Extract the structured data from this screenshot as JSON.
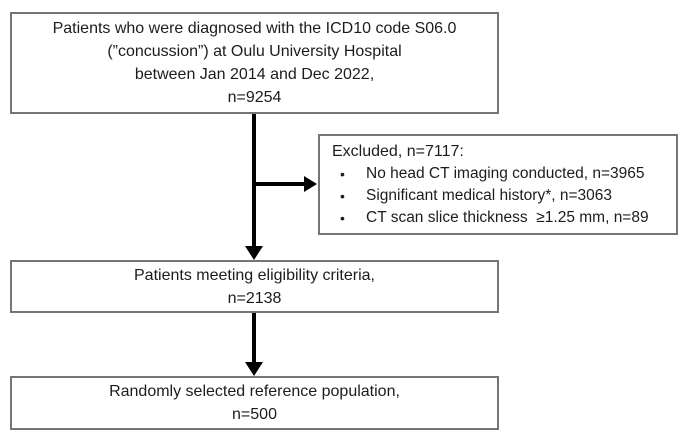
{
  "boxes": {
    "top": {
      "lines": [
        "Patients who were diagnosed with the ICD10 code S06.0",
        "(”concussion”) at Oulu University Hospital",
        "between Jan 2014 and Dec 2022,",
        "n=9254"
      ]
    },
    "excluded": {
      "title": "Excluded, n=7117:",
      "bullet_glyph": "•",
      "items": [
        "No head CT imaging conducted, n=3965",
        "Significant medical history*, n=3063",
        "CT scan slice thickness  ≥1.25 mm, n=89"
      ]
    },
    "eligible": {
      "lines": [
        "Patients meeting eligibility criteria,",
        "n=2138"
      ]
    },
    "reference": {
      "lines": [
        "Randomly selected reference population,",
        "n=500"
      ]
    }
  },
  "colors": {
    "box_border": "#757575",
    "arrow": "#000000",
    "text": "#1c1c1c",
    "background": "#ffffff"
  }
}
